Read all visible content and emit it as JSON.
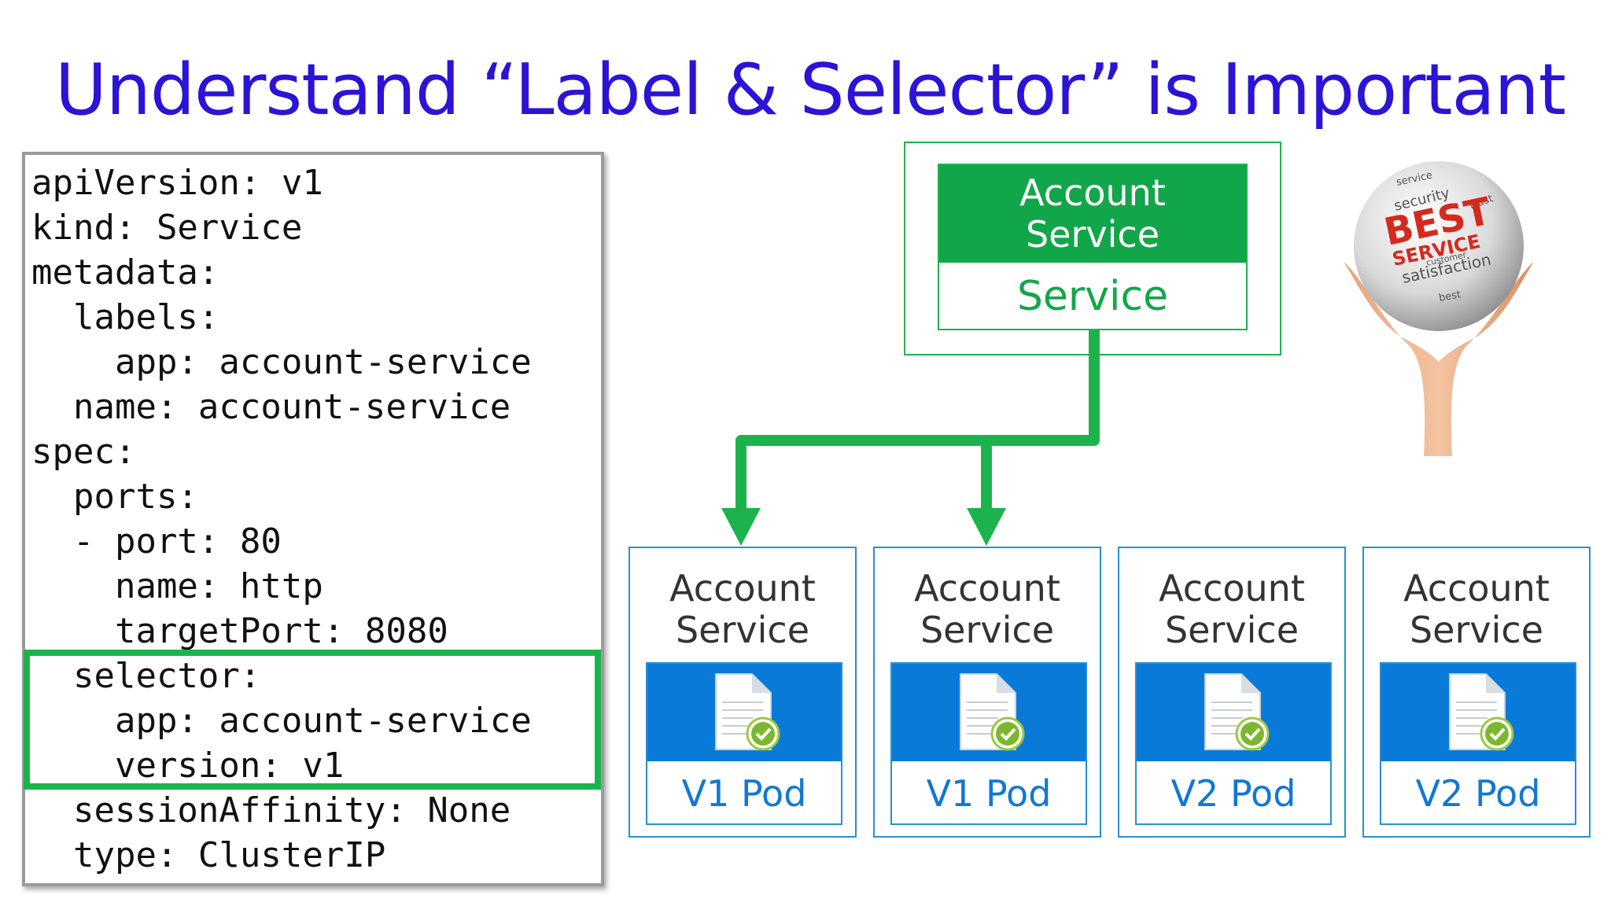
{
  "title": "Understand “Label & Selector” is Important",
  "yaml_lines": [
    "apiVersion: v1",
    "kind: Service",
    "metadata:",
    "  labels:",
    "    app: account-service",
    "  name: account-service",
    "spec:",
    "  ports:",
    "  - port: 80",
    "    name: http",
    "    targetPort: 8080",
    "  selector:",
    "    app: account-service",
    "    version: v1",
    "  sessionAffinity: None",
    "  type: ClusterIP"
  ],
  "service": {
    "name_line1": "Account",
    "name_line2": "Service",
    "type": "Service"
  },
  "pods": [
    {
      "title_line1": "Account",
      "title_line2": "Service",
      "label": "V1 Pod"
    },
    {
      "title_line1": "Account",
      "title_line2": "Service",
      "label": "V1 Pod"
    },
    {
      "title_line1": "Account",
      "title_line2": "Service",
      "label": "V2 Pod"
    },
    {
      "title_line1": "Account",
      "title_line2": "Service",
      "label": "V2 Pod"
    }
  ],
  "globe": {
    "words": [
      "BEST",
      "SERVICE",
      "security",
      "satisfaction",
      "service",
      "trust",
      "customer",
      "best"
    ]
  },
  "colors": {
    "title": "#2b14d6",
    "service_green": "#12a64a",
    "highlight_green": "#1db34c",
    "pod_blue": "#0a7ad9",
    "pod_border": "#2a8fd0",
    "best_red": "#d42a1e"
  },
  "icons": {
    "pod": "document-check-icon",
    "globe": "best-service-globe-icon"
  }
}
